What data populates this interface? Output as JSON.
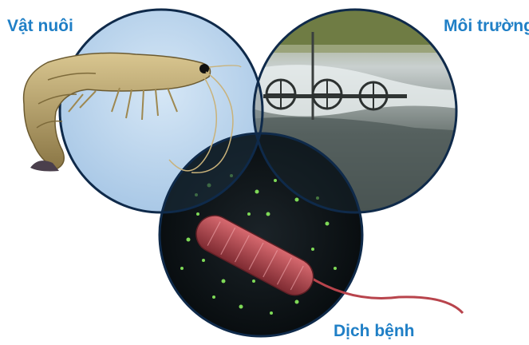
{
  "labels": {
    "animals": "Vật nuôi",
    "environment": "Môi trường",
    "disease": "Dịch bệnh"
  },
  "colors": {
    "label": "#1f7fc6",
    "ring_stroke": "#0f2a4a",
    "animals_fill": "#bcd6ee",
    "environment_fill": "#6f7a76",
    "disease_fill": "#0c1216",
    "shrimp_body": "#b9a067",
    "bacterium_body": "#b8444c",
    "spores": "#7ed957"
  },
  "icons": {
    "animals": "shrimp-icon",
    "environment": "paddle-wheel-aerator-icon",
    "disease": "bacterium-icon"
  }
}
